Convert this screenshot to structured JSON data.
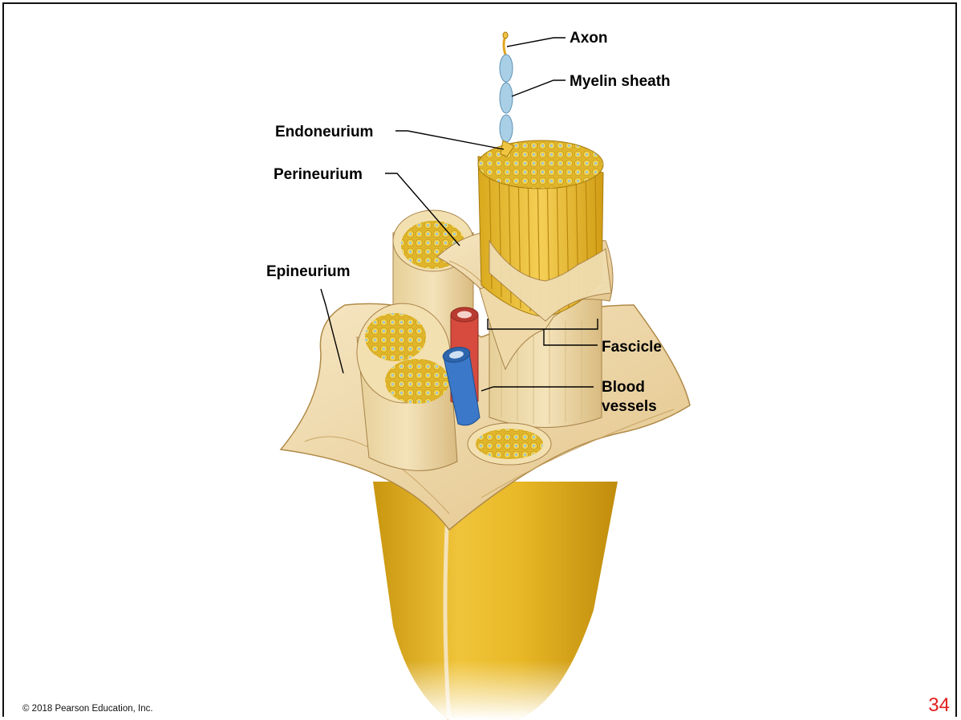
{
  "labels": {
    "axon": "Axon",
    "myelin_sheath": "Myelin sheath",
    "endoneurium": "Endoneurium",
    "perineurium": "Perineurium",
    "epineurium": "Epineurium",
    "fascicle": "Fascicle",
    "blood_line1": "Blood",
    "blood_line2": "vessels"
  },
  "footer": {
    "copyright": "© 2018 Pearson Education, Inc.",
    "page_number": "34"
  },
  "colors": {
    "tissue_cream": "#f1dcae",
    "nerve_yellow": "#e8b826",
    "artery_red": "#d64b3e",
    "vein_blue": "#3b78c9",
    "myelin_blue": "#a9cfe6",
    "page_number_red": "#e0201c"
  }
}
